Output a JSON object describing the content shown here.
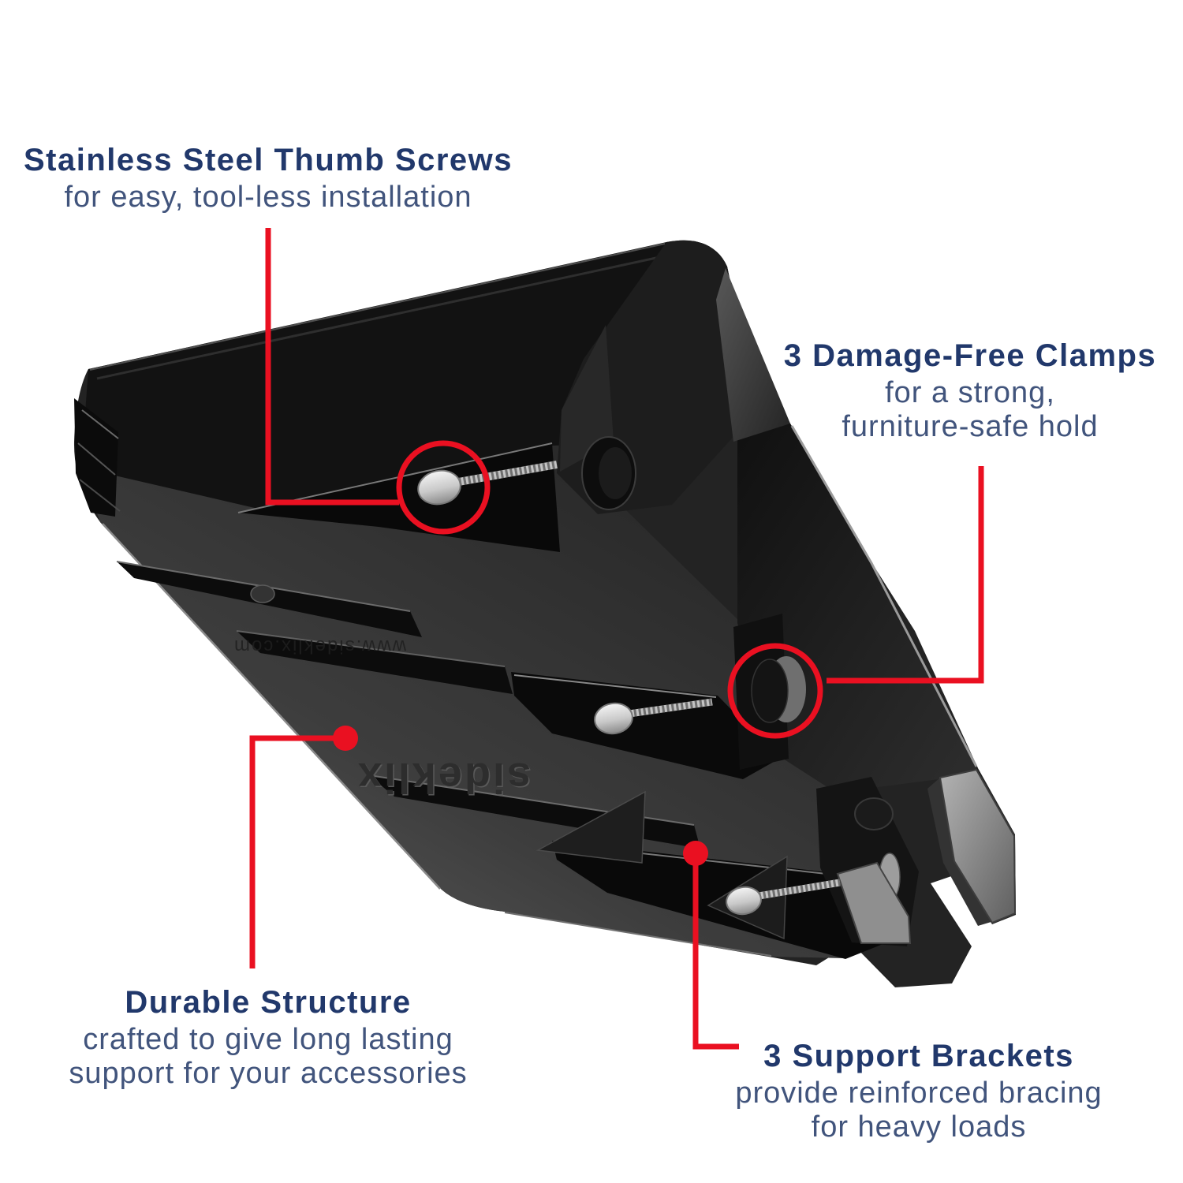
{
  "image": {
    "background": "#ffffff",
    "description": "Under-side view of a black clamp-on desk accessory tray with red annotation callouts"
  },
  "colors": {
    "accent_red": "#ea1021",
    "title_navy": "#21386b",
    "body_navy": "#41547c",
    "product_black": "#1a1a1a",
    "screw_silver": "#d9d9d9"
  },
  "product": {
    "brand_embossed": "sideklix",
    "url_embossed": "www.sideklix.com"
  },
  "callouts": {
    "thumb_screws": {
      "title": "Stainless Steel Thumb Screws",
      "line1": "for easy, tool-less installation"
    },
    "clamps": {
      "title": "3 Damage-Free Clamps",
      "line1": "for a strong,",
      "line2": "furniture-safe hold"
    },
    "structure": {
      "title": "Durable Structure",
      "line1": "crafted to give long lasting",
      "line2": "support for your accessories"
    },
    "brackets": {
      "title": "3 Support Brackets",
      "line1": "provide reinforced bracing",
      "line2": "for heavy loads"
    }
  }
}
